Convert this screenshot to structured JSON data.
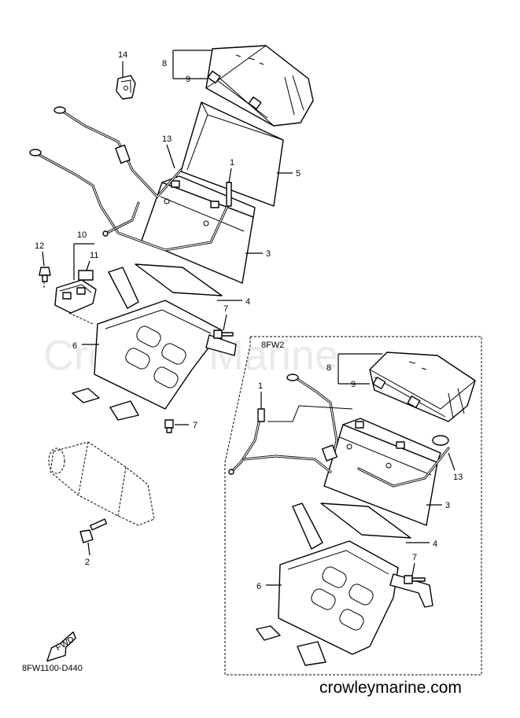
{
  "watermark": "Crowley Marine",
  "diagram_code": "8FW1100-D440",
  "website": "crowleymarine.com",
  "fwd_label": "FWD",
  "sub_assembly_label": "8FW2",
  "callouts": {
    "c1": "1",
    "c2": "2",
    "c3": "3",
    "c4": "4",
    "c5": "5",
    "c6": "6",
    "c7a": "7",
    "c7b": "7",
    "c8": "8",
    "c9": "9",
    "c10": "10",
    "c11": "11",
    "c12": "12",
    "c13": "13",
    "c14": "14",
    "s1": "1",
    "s3": "3",
    "s4": "4",
    "s6": "6",
    "s7": "7",
    "s8": "8",
    "s9": "9",
    "s13": "13"
  }
}
